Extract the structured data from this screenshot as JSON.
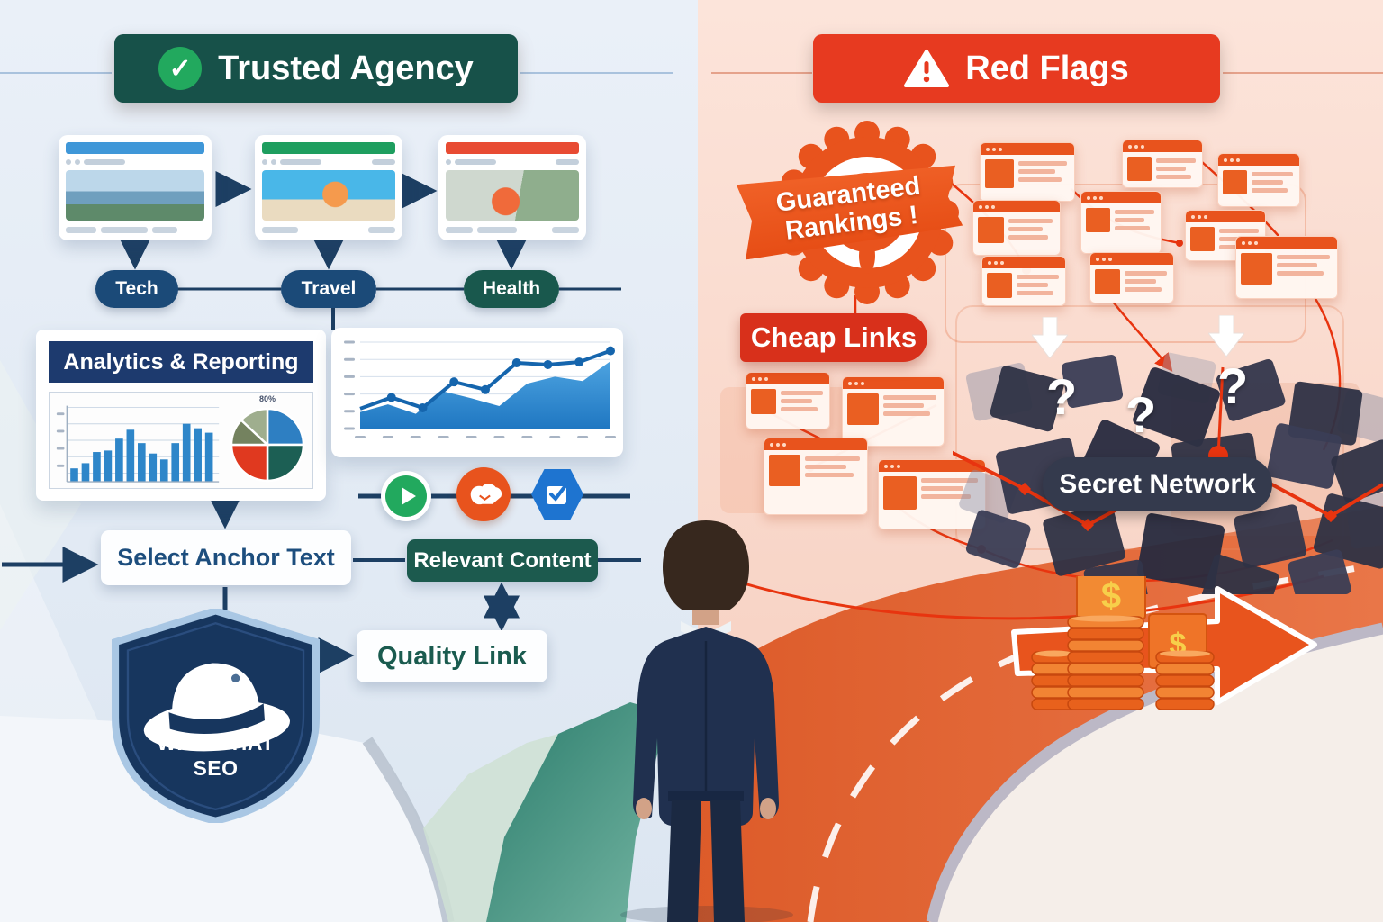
{
  "left": {
    "header": {
      "label": "Trusted Agency",
      "icon": "check-icon",
      "bg": "#175149",
      "check_color": "#22a95e"
    },
    "sites": [
      {
        "label": "Tech",
        "bar_color": "#3f97d8"
      },
      {
        "label": "Travel",
        "bar_color": "#1e9e5f"
      },
      {
        "label": "Health",
        "bar_color": "#e84b33"
      }
    ],
    "analytics": {
      "title": "Analytics & Reporting",
      "pie_label": "80%"
    },
    "flow": {
      "select_anchor": "Select Anchor Text",
      "relevant_content": "Relevant Content",
      "quality_link": "Quality Link"
    },
    "shield": {
      "line1": "WHITE HAT",
      "line2": "SEO"
    }
  },
  "right": {
    "header": {
      "label": "Red Flags",
      "icon": "warning-icon",
      "bg": "#e73a20"
    },
    "badge": {
      "line1": "Guaranteed",
      "line2": "Rankings !"
    },
    "cheap_links_label": "Cheap Links",
    "secret_network_label": "Secret Network",
    "question_mark": "?",
    "money_symbol": "$"
  },
  "icons": {
    "check": "✓"
  },
  "colors": {
    "trusted_bg": "#175149",
    "redflag_bg": "#e73a20",
    "navy_connector": "#1d3f63",
    "orange_accent": "#e8531d",
    "red_line": "#e8340f",
    "shield_navy": "#17365e",
    "green_path": "#2b7c6c",
    "orange_path": "#dd5c2a"
  },
  "chart_data": [
    {
      "type": "bar",
      "title": "Analytics & Reporting",
      "values": [
        18,
        25,
        40,
        42,
        58,
        70,
        52,
        38,
        30,
        52,
        78,
        72,
        66
      ],
      "color": "#2e86c9",
      "ylim": [
        0,
        100
      ],
      "grid": true
    },
    {
      "type": "pie",
      "title": "80%",
      "slices": [
        {
          "label": "blue",
          "value": 25,
          "color": "#2e7fc2"
        },
        {
          "label": "dark-teal",
          "value": 25,
          "color": "#1c5f54"
        },
        {
          "label": "red",
          "value": 25,
          "color": "#e0391f"
        },
        {
          "label": "olive",
          "value": 12,
          "color": "#74825f"
        },
        {
          "label": "sage",
          "value": 13,
          "color": "#9fae8e"
        }
      ]
    },
    {
      "type": "line",
      "series": [
        {
          "name": "trend-line",
          "values": [
            23,
            36,
            24,
            54,
            45,
            76,
            74,
            77,
            90
          ]
        },
        {
          "name": "area-fill",
          "values": [
            19,
            28,
            17,
            43,
            35,
            26,
            52,
            60,
            55,
            78
          ]
        }
      ],
      "ylim": [
        0,
        100
      ],
      "grid": true,
      "legend": false
    }
  ]
}
